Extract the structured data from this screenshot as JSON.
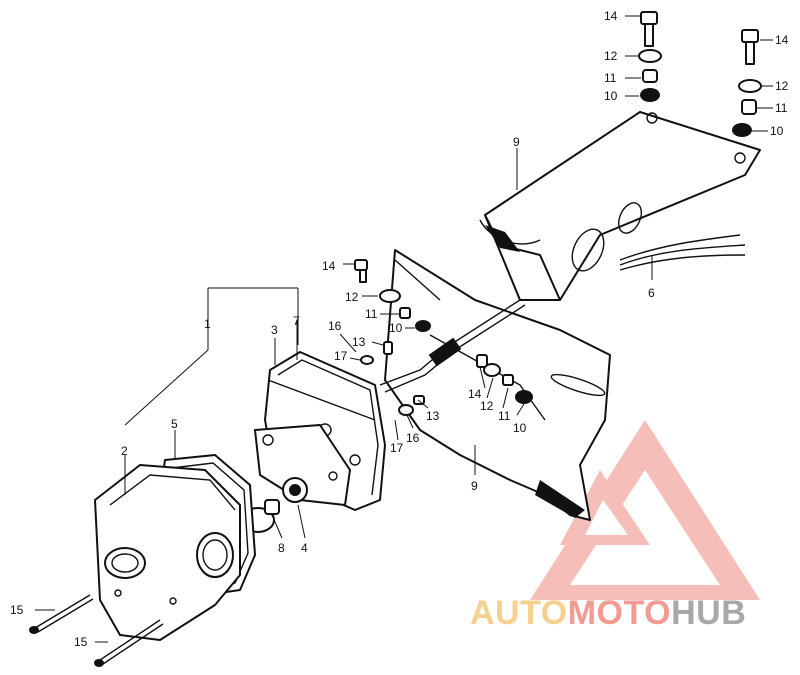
{
  "callouts": [
    {
      "id": "c14a",
      "text": "14"
    },
    {
      "id": "c12a",
      "text": "12"
    },
    {
      "id": "c11a",
      "text": "11"
    },
    {
      "id": "c10a",
      "text": "10"
    },
    {
      "id": "c14b",
      "text": "14"
    },
    {
      "id": "c12b",
      "text": "12"
    },
    {
      "id": "c11b",
      "text": "11"
    },
    {
      "id": "c10b",
      "text": "10"
    },
    {
      "id": "c9a",
      "text": "9"
    },
    {
      "id": "c6",
      "text": "6"
    },
    {
      "id": "c14c",
      "text": "14"
    },
    {
      "id": "c12c",
      "text": "12"
    },
    {
      "id": "c11c",
      "text": "11"
    },
    {
      "id": "c10c",
      "text": "10"
    },
    {
      "id": "c16a",
      "text": "16"
    },
    {
      "id": "c13a",
      "text": "13"
    },
    {
      "id": "c17a",
      "text": "17"
    },
    {
      "id": "c1",
      "text": "1"
    },
    {
      "id": "c3",
      "text": "3"
    },
    {
      "id": "c7",
      "text": "7"
    },
    {
      "id": "c14d",
      "text": "14"
    },
    {
      "id": "c12d",
      "text": "12"
    },
    {
      "id": "c11d",
      "text": "11"
    },
    {
      "id": "c10d",
      "text": "10"
    },
    {
      "id": "c13b",
      "text": "13"
    },
    {
      "id": "c16b",
      "text": "16"
    },
    {
      "id": "c17b",
      "text": "17"
    },
    {
      "id": "c5",
      "text": "5"
    },
    {
      "id": "c2",
      "text": "2"
    },
    {
      "id": "c9b",
      "text": "9"
    },
    {
      "id": "c8",
      "text": "8"
    },
    {
      "id": "c4",
      "text": "4"
    },
    {
      "id": "c15a",
      "text": "15"
    },
    {
      "id": "c15b",
      "text": "15"
    }
  ],
  "watermark": {
    "part1": "AUTO",
    "part2": "MOTO",
    "part3": "HUB",
    "color1": "#f5c97a",
    "color2": "#f08a80",
    "color3": "#9a9a9a"
  }
}
